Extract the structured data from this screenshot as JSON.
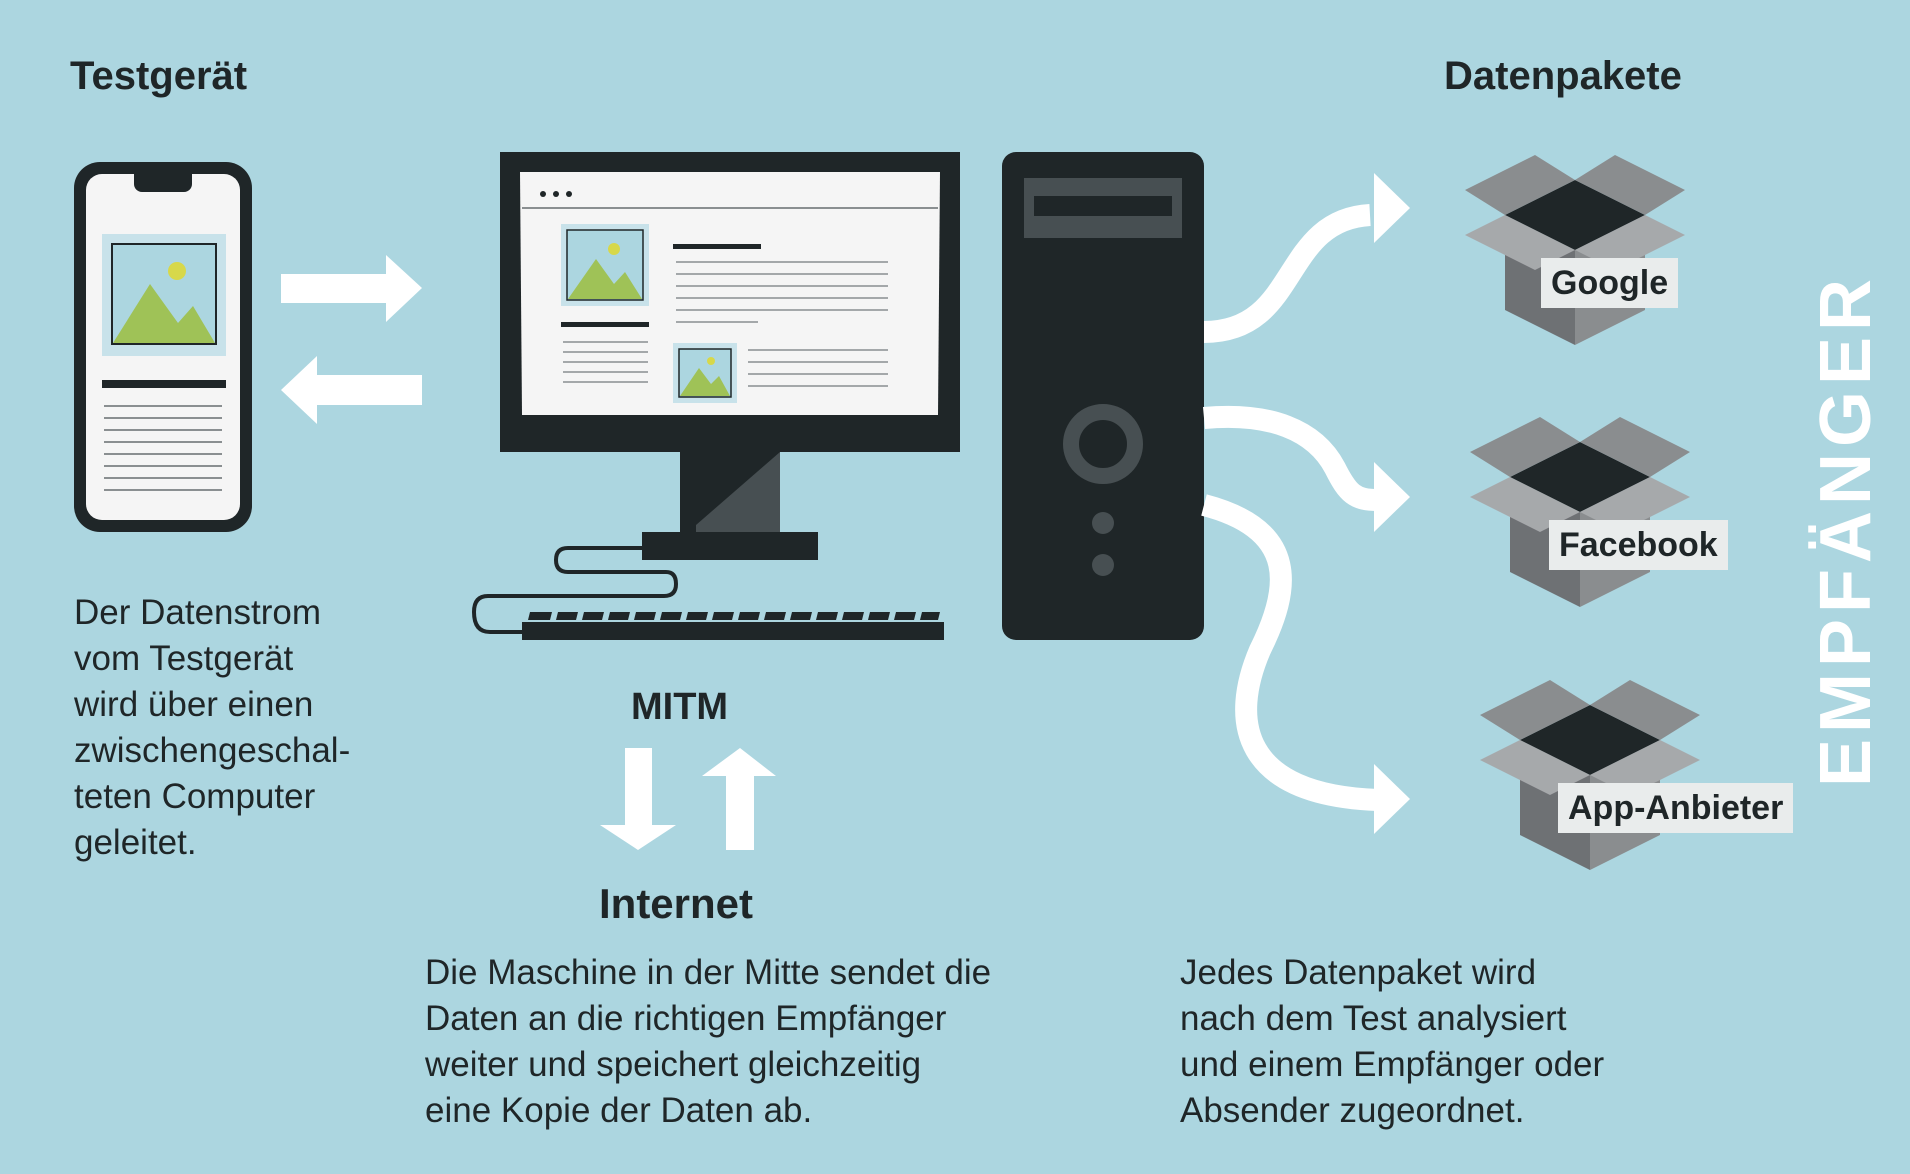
{
  "headings": {
    "test_device": "Testgerät",
    "data_packets": "Datenpakete",
    "mitm": "MITM",
    "internet": "Internet",
    "recipient_vertical": "EMPFÄNGER"
  },
  "recipients": [
    {
      "label": "Google"
    },
    {
      "label": "Facebook"
    },
    {
      "label": "App-Anbieter"
    }
  ],
  "texts": {
    "left_lines": [
      "Der Datenstrom",
      "vom Testgerät",
      "wird über einen",
      "zwischengeschal-",
      "teten Computer",
      "geleitet."
    ],
    "middle_lines": [
      "Die Maschine in der Mitte sendet die",
      "Daten an die richtigen Empfänger",
      "weiter und speichert gleichzeitig",
      "eine Kopie der Daten ab."
    ],
    "right_lines": [
      "Jedes Datenpaket wird",
      "nach dem Test analysiert",
      "und einem Empfänger oder",
      "Absender zugeordnet."
    ]
  },
  "icons": {
    "phone": "smartphone-icon",
    "monitor": "monitor-icon",
    "tower": "pc-tower-icon",
    "keyboard": "keyboard-icon",
    "box": "open-box-icon",
    "arrow": "arrow-icon"
  },
  "colors": {
    "background": "#acd6e0",
    "dark": "#1f2628",
    "screen": "#f5f5f5",
    "image_green": "#9fc257",
    "sun": "#d7d84a",
    "box_light": "#8a8d8f",
    "box_mid": "#6e7174",
    "box_dark": "#1f2628",
    "arrow": "#ffffff",
    "tag_bg": "#e9ecec"
  }
}
